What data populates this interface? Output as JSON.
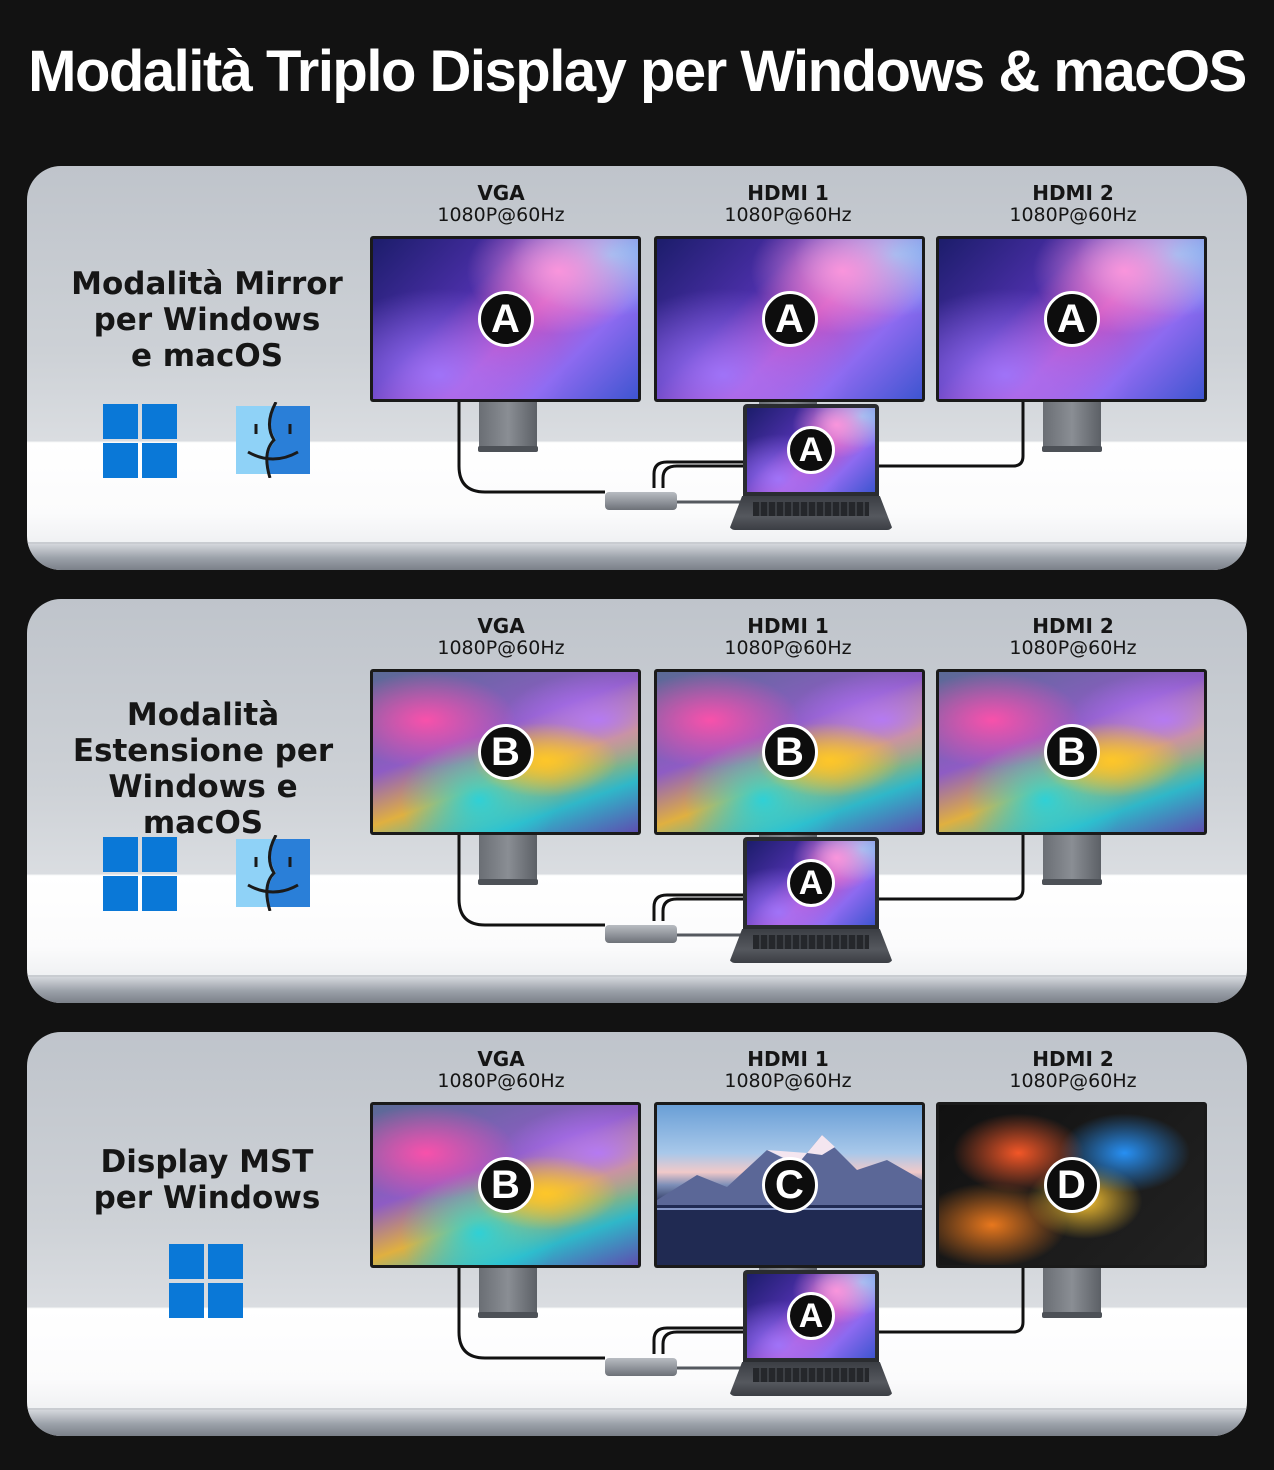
{
  "title": "Modalità Triplo Display per Windows & macOS",
  "panels": [
    {
      "mode_title": [
        "Modalità Mirror",
        "per Windows",
        "e macOS"
      ],
      "os": [
        "windows",
        "macos"
      ],
      "ports": [
        {
          "name": "VGA",
          "spec": "1080P@60Hz",
          "label": "A"
        },
        {
          "name": "HDMI 1",
          "spec": "1080P@60Hz",
          "label": "A"
        },
        {
          "name": "HDMI 2",
          "spec": "1080P@60Hz",
          "label": "A"
        }
      ],
      "laptop_label": "A"
    },
    {
      "mode_title": [
        "Modalità",
        "Estensione per",
        "Windows e macOS"
      ],
      "os": [
        "windows",
        "macos"
      ],
      "ports": [
        {
          "name": "VGA",
          "spec": "1080P@60Hz",
          "label": "B"
        },
        {
          "name": "HDMI 1",
          "spec": "1080P@60Hz",
          "label": "B"
        },
        {
          "name": "HDMI 2",
          "spec": "1080P@60Hz",
          "label": "B"
        }
      ],
      "laptop_label": "A"
    },
    {
      "mode_title": [
        "Display MST",
        "per Windows"
      ],
      "os": [
        "windows"
      ],
      "ports": [
        {
          "name": "VGA",
          "spec": "1080P@60Hz",
          "label": "B"
        },
        {
          "name": "HDMI 1",
          "spec": "1080P@60Hz",
          "label": "C"
        },
        {
          "name": "HDMI 2",
          "spec": "1080P@60Hz",
          "label": "D"
        }
      ],
      "laptop_label": "A"
    }
  ],
  "icons": {
    "windows": "windows-logo-icon",
    "macos": "macos-finder-icon"
  },
  "colors": {
    "background": "#121212",
    "windows_blue": "#0a78d7",
    "finder_light": "#8fd2f7",
    "finder_dark": "#2a7fd8"
  }
}
